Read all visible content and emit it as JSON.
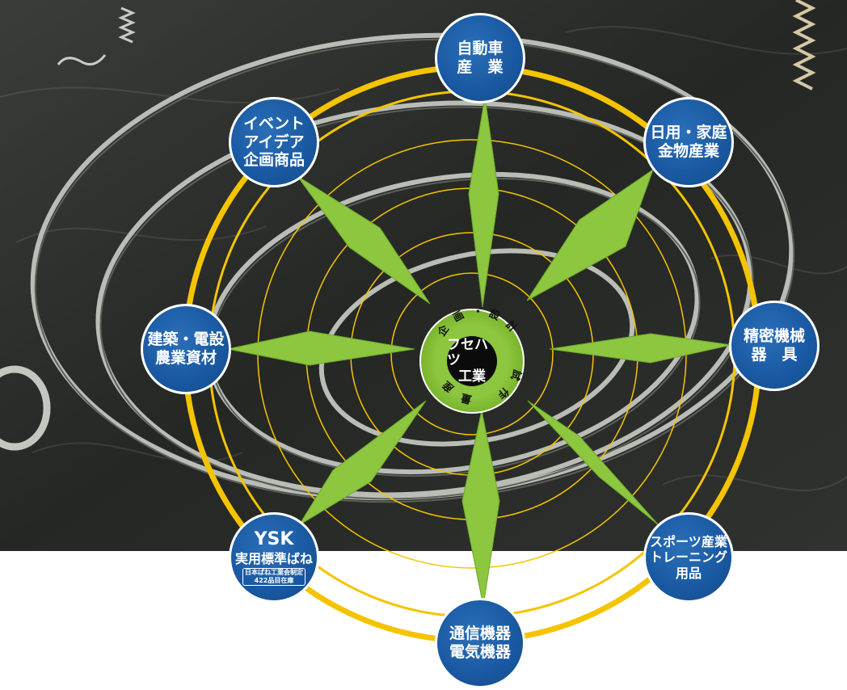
{
  "hub": {
    "line1": "フセハツ",
    "line2": "工業"
  },
  "ring_text": [
    "企",
    "画",
    "・",
    "設",
    "計",
    "試",
    "作",
    "量",
    "産"
  ],
  "nodes": {
    "automotive": [
      "自動車",
      "産　業"
    ],
    "daily_goods": [
      "日用・家庭",
      "金物産業"
    ],
    "precision": [
      "精密機械",
      "器　具"
    ],
    "sports": [
      "スポーツ産業",
      "トレーニング",
      "用品"
    ],
    "telecom": [
      "通信機器",
      "電気機器"
    ],
    "ysk": {
      "title": "YSK",
      "line2": "実用標準ばね",
      "note1": "日本ばね工業会制定",
      "note2": "422品目在庫"
    },
    "construction": [
      "建築・電設",
      "農業資材"
    ],
    "event": [
      "イベント",
      "アイデア",
      "企画商品"
    ]
  },
  "colors": {
    "node_blue": "#1a5aa3",
    "arrow_green": "#8dc63f",
    "ring_yellow": "#f5c400",
    "background_dark": "#2d2f2c"
  }
}
